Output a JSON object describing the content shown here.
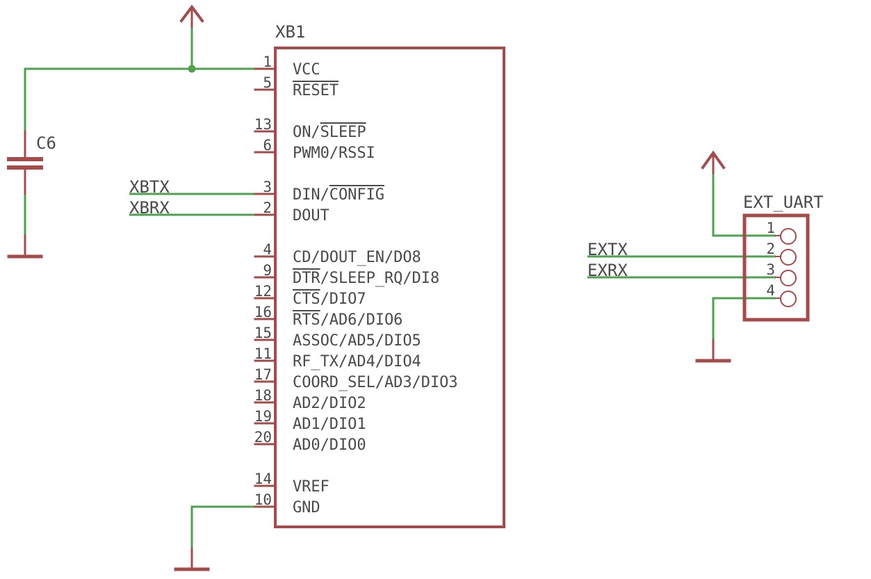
{
  "schematic": {
    "colors": {
      "symbol": "#a54b4b",
      "wire": "#4da24d",
      "text": "#4a4a4a",
      "background": "#ffffff"
    },
    "xb1": {
      "name": "XB1",
      "pins": [
        {
          "num": "1",
          "name": "VCC",
          "overbar": ""
        },
        {
          "num": "5",
          "name": "RESET",
          "overbar": "RESET"
        },
        {
          "num": "13",
          "name": "ON/SLEEP",
          "overbar": "SLEEP"
        },
        {
          "num": "6",
          "name": "PWM0/RSSI",
          "overbar": ""
        },
        {
          "num": "3",
          "name": "DIN/CONFIG",
          "overbar": "CONFIG"
        },
        {
          "num": "2",
          "name": "DOUT",
          "overbar": ""
        },
        {
          "num": "4",
          "name": "CD/DOUT_EN/DO8",
          "overbar": ""
        },
        {
          "num": "9",
          "name": "DTR/SLEEP_RQ/DI8",
          "overbar": "DTR"
        },
        {
          "num": "12",
          "name": "CTS/DIO7",
          "overbar": "CTS"
        },
        {
          "num": "16",
          "name": "RTS/AD6/DIO6",
          "overbar": "RTS"
        },
        {
          "num": "15",
          "name": "ASSOC/AD5/DIO5",
          "overbar": ""
        },
        {
          "num": "11",
          "name": "RF_TX/AD4/DIO4",
          "overbar": ""
        },
        {
          "num": "17",
          "name": "COORD_SEL/AD3/DIO3",
          "overbar": ""
        },
        {
          "num": "18",
          "name": "AD2/DIO2",
          "overbar": ""
        },
        {
          "num": "19",
          "name": "AD1/DIO1",
          "overbar": ""
        },
        {
          "num": "20",
          "name": "AD0/DIO0",
          "overbar": ""
        },
        {
          "num": "14",
          "name": "VREF",
          "overbar": ""
        },
        {
          "num": "10",
          "name": "GND",
          "overbar": ""
        }
      ]
    },
    "c6": {
      "name": "C6"
    },
    "ext_uart": {
      "name": "EXT_UART",
      "pins": [
        "1",
        "2",
        "3",
        "4"
      ]
    },
    "net_labels": {
      "xbtx": "XBTX",
      "xbrx": "XBRX",
      "extx": "EXTX",
      "exrx": "EXRX"
    },
    "power_symbols": [
      "supply-arrow-xb1",
      "supply-arrow-ext",
      "ground-c6",
      "ground-xb1",
      "ground-ext"
    ]
  }
}
